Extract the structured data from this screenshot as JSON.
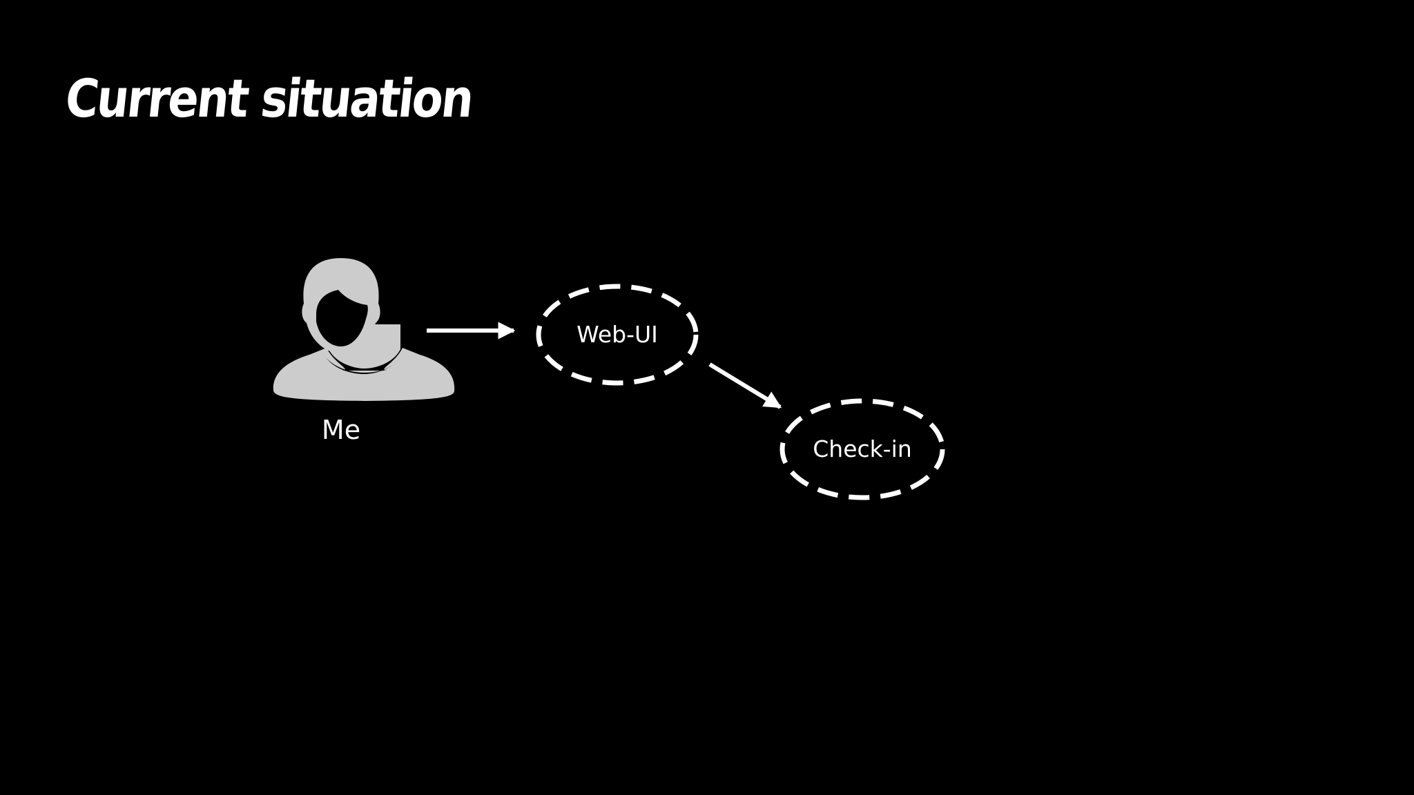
{
  "slide": {
    "title": "Current situation"
  },
  "colors": {
    "background": "#000000",
    "foreground": "#ffffff",
    "avatar": "#cccccc"
  },
  "diagram": {
    "actor": {
      "label": "Me",
      "icon": "person-icon"
    },
    "nodes": [
      {
        "id": "web-ui",
        "label": "Web-UI"
      },
      {
        "id": "check-in",
        "label": "Check-in"
      }
    ],
    "edges": [
      {
        "from": "Me",
        "to": "Web-UI"
      },
      {
        "from": "Web-UI",
        "to": "Check-in"
      }
    ]
  }
}
